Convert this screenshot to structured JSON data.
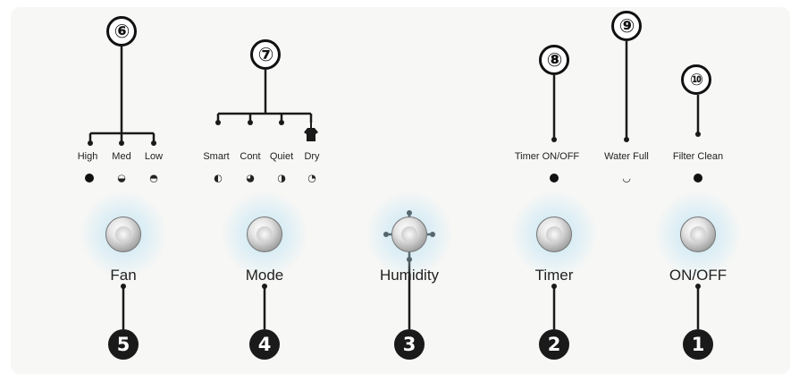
{
  "callouts": {
    "c6": "⑥",
    "c7": "⑦",
    "c8": "⑧",
    "c9": "⑨",
    "c10": "⑩",
    "c5": "5",
    "c4": "4",
    "c3": "3",
    "c2": "2",
    "c1": "1"
  },
  "fan_speeds": [
    "High",
    "Med",
    "Low"
  ],
  "modes": [
    "Smart",
    "Cont",
    "Quiet",
    "Dry"
  ],
  "timer_indicator": "Timer ON/OFF",
  "water_indicator": "Water Full",
  "filter_indicator": "Filter Clean",
  "buttons": {
    "fan": "Fan",
    "mode": "Mode",
    "humidity": "Humidity",
    "timer": "Timer",
    "onoff": "ON/OFF"
  },
  "icons": {
    "high": "high-speed-dot-icon",
    "med": "med-speed-icon",
    "low": "low-speed-icon",
    "smart": "smart-mode-icon",
    "cont": "cont-mode-icon",
    "quiet": "quiet-mode-icon",
    "dry": "dry-mode-icon",
    "dry_top": "shirt-icon",
    "timer": "timer-dot-icon",
    "water": "water-full-icon",
    "filter": "filter-dot-icon"
  }
}
